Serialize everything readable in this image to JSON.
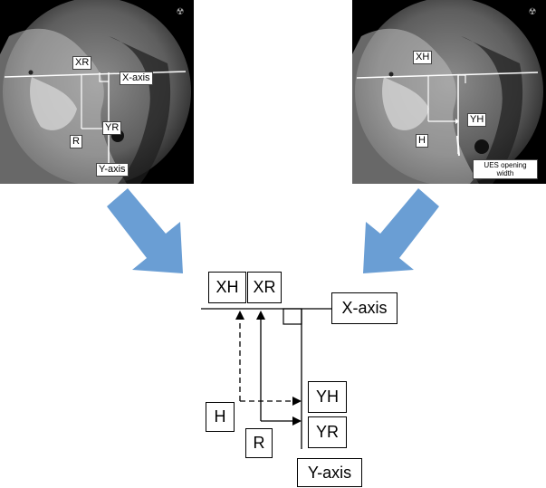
{
  "left_panel": {
    "labels": {
      "xr": "XR",
      "x_axis": "X-axis",
      "yr": "YR",
      "r": "R",
      "y_axis": "Y-axis"
    }
  },
  "right_panel": {
    "labels": {
      "xh": "XH",
      "yh": "YH",
      "h": "H",
      "ues_line1": "UES opening",
      "ues_line2": "width"
    }
  },
  "schematic": {
    "boxes": {
      "xh": "XH",
      "xr": "XR",
      "x_axis": "X-axis",
      "yh": "YH",
      "yr": "YR",
      "h": "H",
      "r": "R",
      "y_axis": "Y-axis"
    }
  },
  "colors": {
    "arrow": "#6a9ed4",
    "frame": "#000000",
    "xray_bg": "#000000"
  }
}
